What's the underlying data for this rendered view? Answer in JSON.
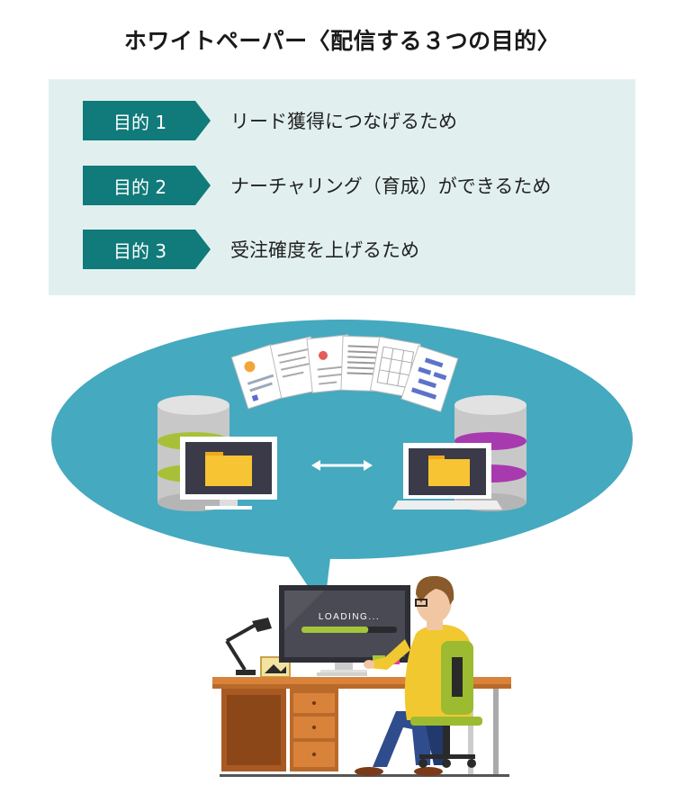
{
  "title": "ホワイトペーパー〈配信する３つの目的〉",
  "purposes": [
    {
      "tag": "目的 1",
      "text": "リード獲得につなげるため"
    },
    {
      "tag": "目的 2",
      "text": "ナーチャリング（育成）ができるため"
    },
    {
      "tag": "目的 3",
      "text": "受注確度を上げるため"
    }
  ],
  "illustration": {
    "loading_text": "LOADING...",
    "loading_progress": 0.7
  }
}
